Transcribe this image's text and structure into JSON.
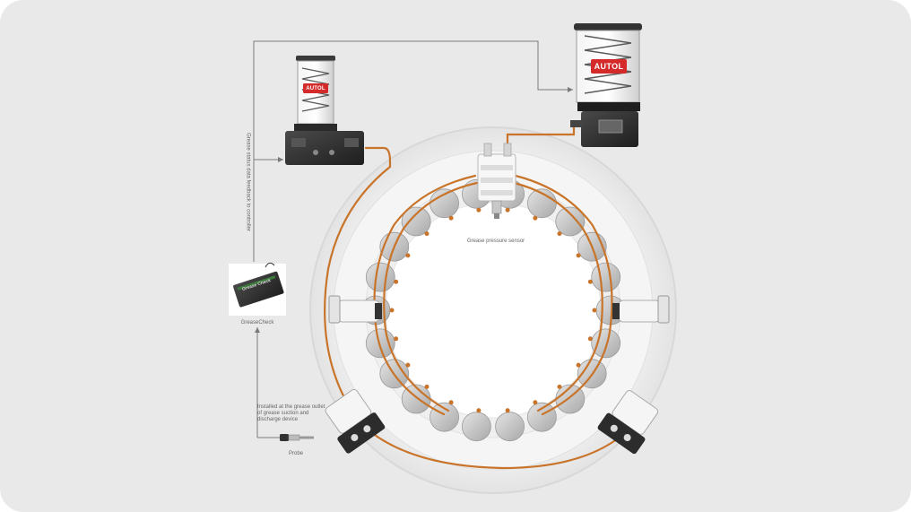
{
  "labels": {
    "feedback": "Grease status data feedback to controller",
    "pressure_sensor": "Grease pressure sensor",
    "greasecheck": "GreaseCheck",
    "installed": "Installed at the grease outlet of grease suction and discharge device",
    "probe": "Probe"
  },
  "brand": {
    "pump_small": "AUTOL",
    "pump_large": "AUTOL",
    "device": "Grease Check"
  },
  "colors": {
    "background": "#e9e9e9",
    "grease_line": "#c8742a",
    "brand_red": "#d42a2a",
    "signal_line": "#7a7a7a"
  },
  "icons": [
    "arrow-icon",
    "pump-icon",
    "sensor-icon",
    "probe-icon",
    "bearing-icon"
  ]
}
